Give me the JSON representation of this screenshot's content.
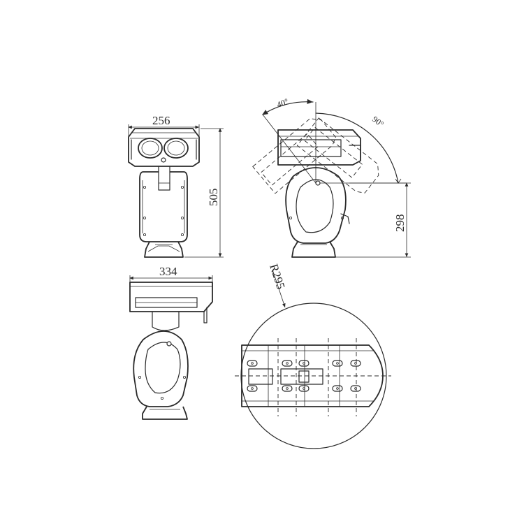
{
  "dimensions": {
    "front_width": "256",
    "front_height": "505",
    "side_height": "298",
    "top_width": "334",
    "radius": "R295"
  },
  "angles": {
    "tilt_up": "40°",
    "tilt_down": "90°"
  },
  "colors": {
    "line": "#2a2a2a",
    "background": "#ffffff"
  }
}
